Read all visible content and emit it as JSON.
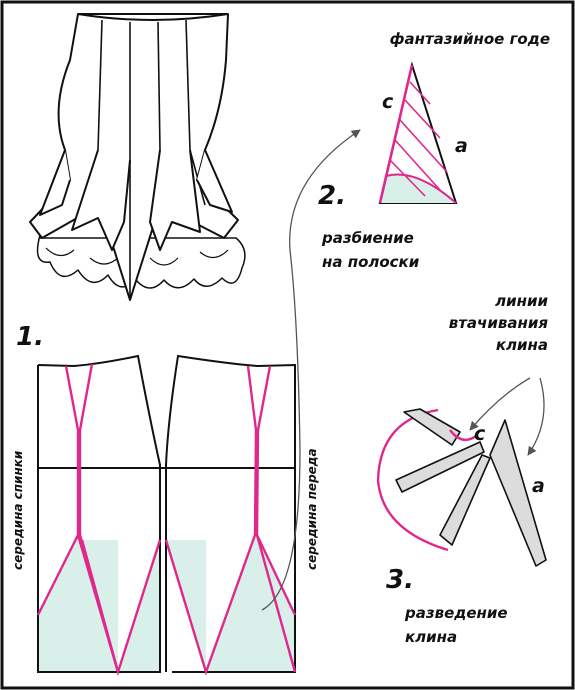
{
  "title": "фантазийное годе",
  "step1": {
    "number": "1.",
    "label_back": "середина спинки",
    "label_front": "середина переда"
  },
  "step2": {
    "number": "2.",
    "line1": "разбиение",
    "line2": "на полоски",
    "letter_c": "с",
    "letter_a": "а"
  },
  "step3": {
    "number": "3.",
    "line1": "разведение",
    "line2": "клина",
    "letter_c": "с",
    "letter_a": "а"
  },
  "callout": {
    "line1": "линии",
    "line2": "втачивания",
    "line3": "клина"
  },
  "colors": {
    "seam": "#e0288c",
    "fill": "#d9efea",
    "outline": "#111111",
    "strip": "#dcdcdc"
  }
}
